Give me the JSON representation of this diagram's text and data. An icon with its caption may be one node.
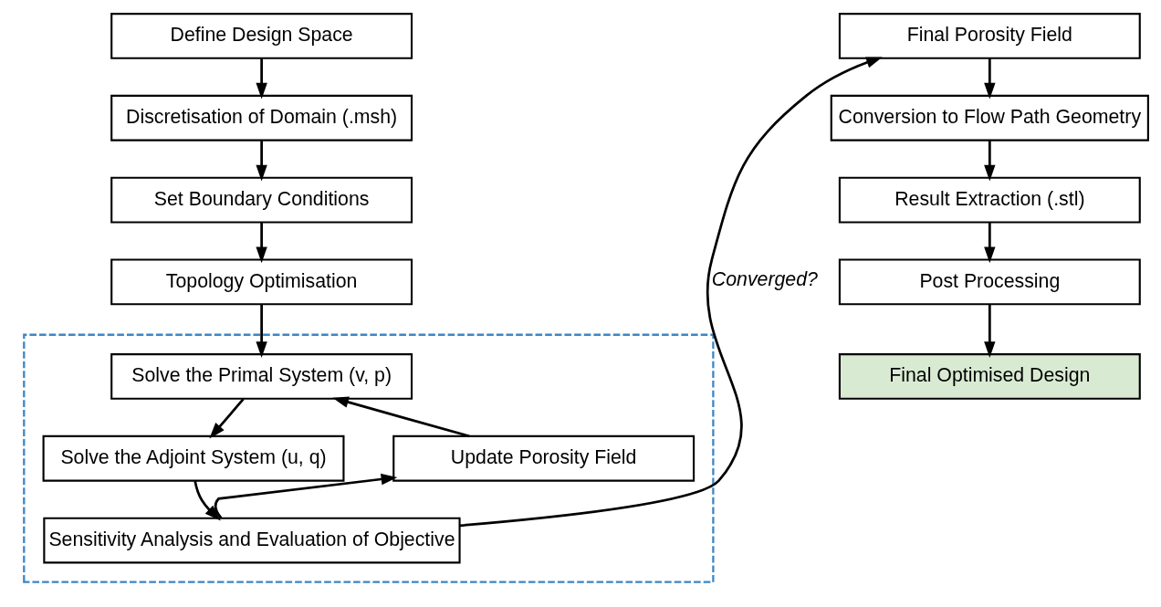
{
  "diagram": {
    "nodes": [
      {
        "text": [
          "Define Design Space"
        ]
      },
      {
        "text": [
          "Discretisation of Domain (.msh)"
        ]
      },
      {
        "text": [
          "Set Boundary Conditions"
        ]
      },
      {
        "text": [
          "Topology Optimisation"
        ]
      },
      {
        "text": [],
        "shape": "box"
      },
      {
        "text": [
          "Solve the Primal System (v, p)"
        ],
        "in": 4
      },
      {
        "text": [
          "Update Porosity Field"
        ],
        "in": 4
      },
      {
        "text": [
          "Solve the Adjoint System (u, q)"
        ],
        "in": 4
      },
      {
        "text": [
          "Sensitivity Analysis and Evaluation of Objective"
        ],
        "in": 4
      },
      {
        "text": [
          "Final Porosity Field"
        ]
      },
      {
        "text": [
          "Conversion to Flow Path Geometry"
        ]
      },
      {
        "text": [
          "Result Extraction (.stl)"
        ]
      },
      {
        "text": [
          "Post Processing"
        ]
      },
      {
        "text": [
          "Final Optimised Design"
        ]
      }
    ],
    "edges": [
      {
        "from": 0,
        "to": 1,
        "arrow": "to"
      },
      {
        "from": 1,
        "to": 2,
        "arrow": "to"
      },
      {
        "from": 2,
        "to": 3,
        "arrow": "to"
      },
      {
        "from": 3,
        "to": 5,
        "arrow": "to"
      },
      {
        "from": 5,
        "to": 7,
        "arrow": "to"
      },
      {
        "from": 7,
        "to": 8,
        "arrow": "to"
      },
      {
        "from": 8,
        "to": 6,
        "arrow": "to"
      },
      {
        "from": 6,
        "to": 5,
        "arrow": "to"
      },
      {
        "from": 8,
        "to": 9,
        "arrow": "to",
        "label": "Converged?"
      },
      {
        "from": 9,
        "to": 10,
        "arrow": "to"
      },
      {
        "from": 10,
        "to": 11,
        "arrow": "to"
      },
      {
        "from": 11,
        "to": 12,
        "arrow": "to"
      },
      {
        "from": 12,
        "to": 13,
        "arrow": "to"
      }
    ]
  }
}
